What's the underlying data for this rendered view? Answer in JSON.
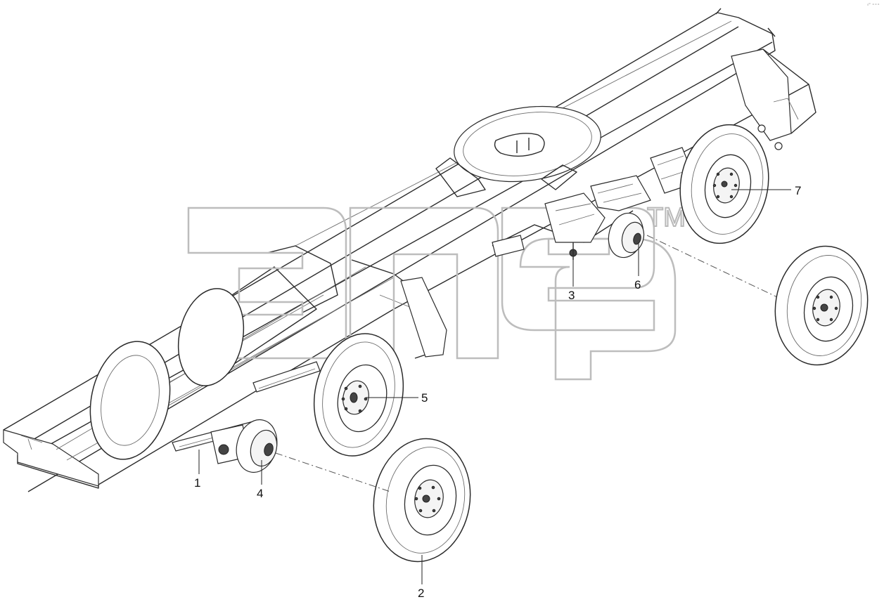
{
  "corner_mark": "₀ᵒ ∘∘∘",
  "watermark": {
    "text": "эпер",
    "tm": "ТМ"
  },
  "callouts": [
    {
      "id": "1",
      "label": "1"
    },
    {
      "id": "2",
      "label": "2"
    },
    {
      "id": "3",
      "label": "3"
    },
    {
      "id": "4",
      "label": "4"
    },
    {
      "id": "5",
      "label": "5"
    },
    {
      "id": "6",
      "label": "6"
    },
    {
      "id": "7",
      "label": "7"
    }
  ],
  "colors": {
    "line": "#2b2b2b",
    "light_line": "#8a8a8a",
    "watermark": "#b9b9b9",
    "background": "#ffffff"
  }
}
